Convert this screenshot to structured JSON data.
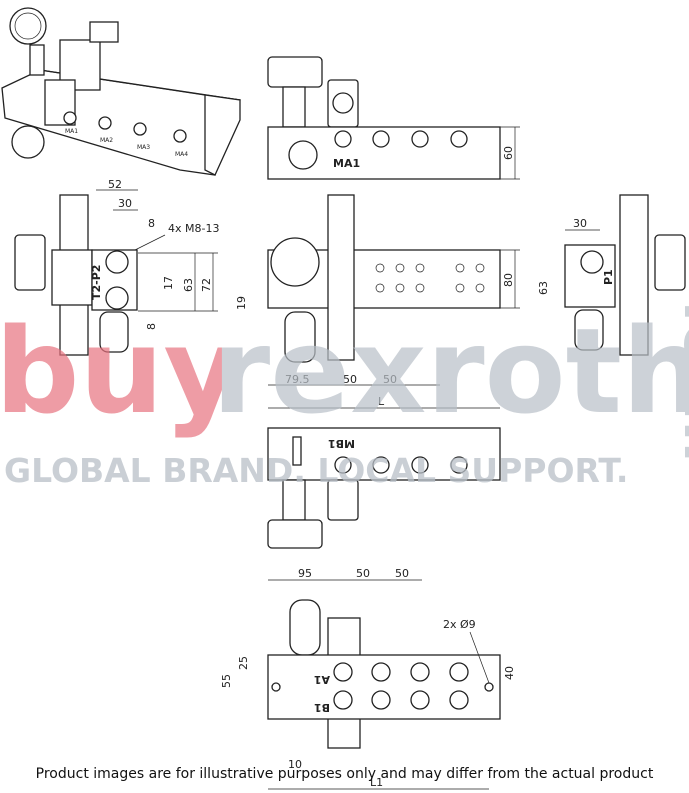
{
  "iso_view": {
    "ports": [
      "MA1",
      "MA2",
      "MA3",
      "MA4"
    ]
  },
  "top_view": {
    "port_label": "MA1",
    "height_dim": "60"
  },
  "side_view_left": {
    "dims": {
      "width_52": "52",
      "width_30": "30",
      "width_8": "8",
      "thread": "4x M8-13",
      "h17": "17",
      "h63": "63",
      "h72": "72",
      "h8": "8"
    },
    "port_label": "T2-P2"
  },
  "front_view": {
    "dims": {
      "h19": "19",
      "h80": "80",
      "d79_5": "79.5",
      "d50a": "50",
      "d50b": "50",
      "length": "L"
    }
  },
  "side_view_right": {
    "dims": {
      "w30": "30",
      "h63": "63"
    },
    "port_label": "P1"
  },
  "bottom_view": {
    "port_label": "MB1"
  },
  "base_view": {
    "dims": {
      "d95": "95",
      "d50a": "50",
      "d50b": "50",
      "holes": "2x Ø9",
      "h25": "25",
      "h55": "55",
      "h40": "40",
      "d10": "10",
      "length": "L1"
    },
    "port_labels": [
      "A1",
      "B1"
    ]
  },
  "watermark": {
    "brand_a": "buy",
    "brand_b": "rexroth",
    "suffix": ".com",
    "tagline": "GLOBAL BRAND. LOCAL SUPPORT.",
    "color_a": "#e8737f",
    "color_b": "#b9c0c8"
  },
  "footer": {
    "disclaimer": "Product images are for illustrative purposes only and may differ from the actual product"
  }
}
